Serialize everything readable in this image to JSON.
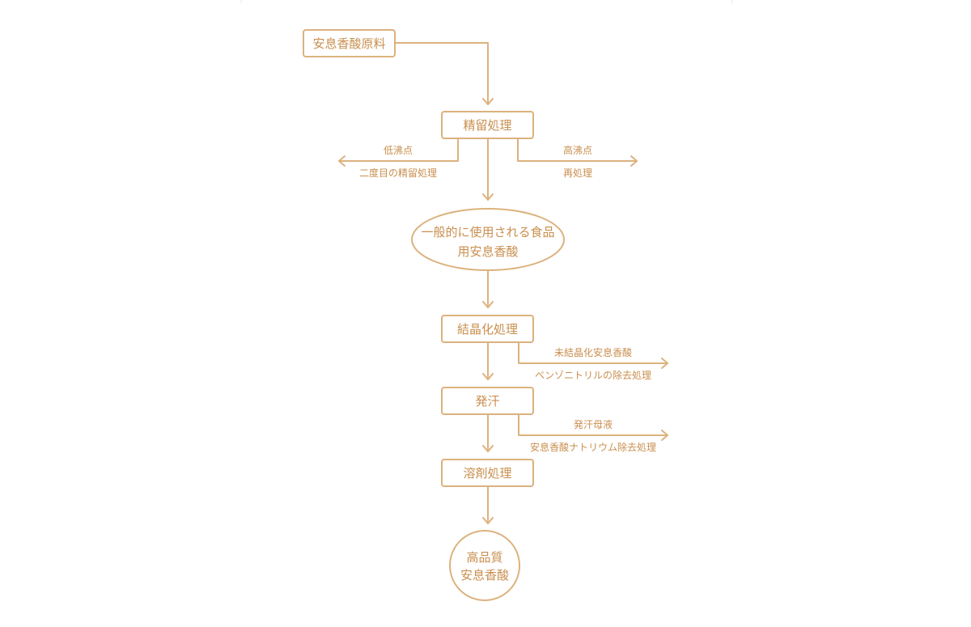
{
  "colors": {
    "stroke": "#dcb27e",
    "text": "#c98f4f",
    "background": "#ffffff"
  },
  "nodes": {
    "raw_material": "安息香酸原料",
    "distillation": "精留処理",
    "general_food_line1": "一般的に使用される食品",
    "general_food_line2": "用安息香酸",
    "crystallization": "結晶化処理",
    "sweating": "発汗",
    "solvent": "溶剤処理",
    "high_quality_line1": "高品質",
    "high_quality_line2": "安息香酸"
  },
  "branches": {
    "low_boiling": "低沸点",
    "second_distillation": "二度目の精留処理",
    "high_boiling": "高沸点",
    "reprocessing": "再処理",
    "uncrystallized": "未結晶化安息香酸",
    "benzonitrile_removal": "ベンゾニトリルの除去処理",
    "sweat_mother_liquor": "発汗母液",
    "sodium_benzoate_removal": "安息香酸ナトリウム除去処理"
  }
}
